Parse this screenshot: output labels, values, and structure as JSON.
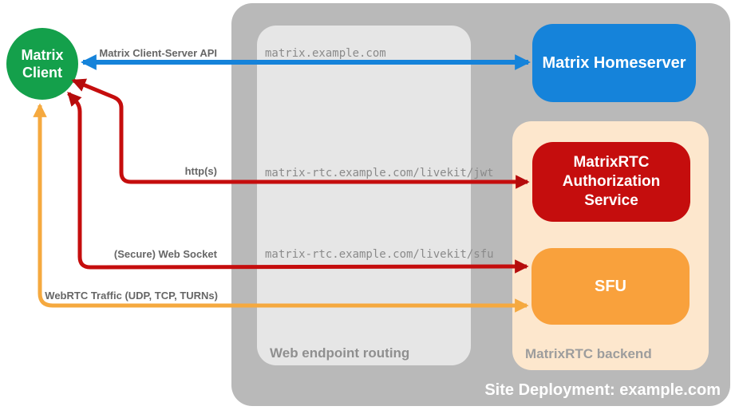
{
  "client": {
    "label": "Matrix Client"
  },
  "nodes": {
    "homeserver": {
      "label": "Matrix Homeserver",
      "color": "#1583da"
    },
    "auth": {
      "label": "MatrixRTC Authorization Service",
      "color": "#c50d0d"
    },
    "sfu": {
      "label": "SFU",
      "color": "#f9a13c"
    }
  },
  "containers": {
    "site": {
      "label": "Site Deployment: example.com",
      "color": "#b9b9b9"
    },
    "routing": {
      "label": "Web endpoint routing",
      "color": "#e6e6e6"
    },
    "backend": {
      "label": "MatrixRTC backend",
      "color": "#fde7cd"
    }
  },
  "routes": [
    "matrix.example.com",
    "matrix-rtc.example.com/livekit/jwt",
    "matrix-rtc.example.com/livekit/sfu"
  ],
  "edges": [
    {
      "label": "Matrix Client-Server API",
      "color": "#1583da",
      "from": "Matrix Client",
      "to": "Matrix Homeserver"
    },
    {
      "label": "http(s)",
      "color": "#c50d0d",
      "from": "Matrix Client",
      "to": "MatrixRTC Authorization Service"
    },
    {
      "label": "(Secure) Web Socket",
      "color": "#c50d0d",
      "from": "Matrix Client",
      "to": "SFU"
    },
    {
      "label": "WebRTC Traffic (UDP, TCP, TURNs)",
      "color": "#f5a93f",
      "from": "Matrix Client",
      "to": "SFU"
    }
  ],
  "palette": {
    "client_green": "#14a04b",
    "label_gray": "#666666",
    "url_gray": "#8a8a8a",
    "container_label_gray": "#8f8f8f"
  }
}
